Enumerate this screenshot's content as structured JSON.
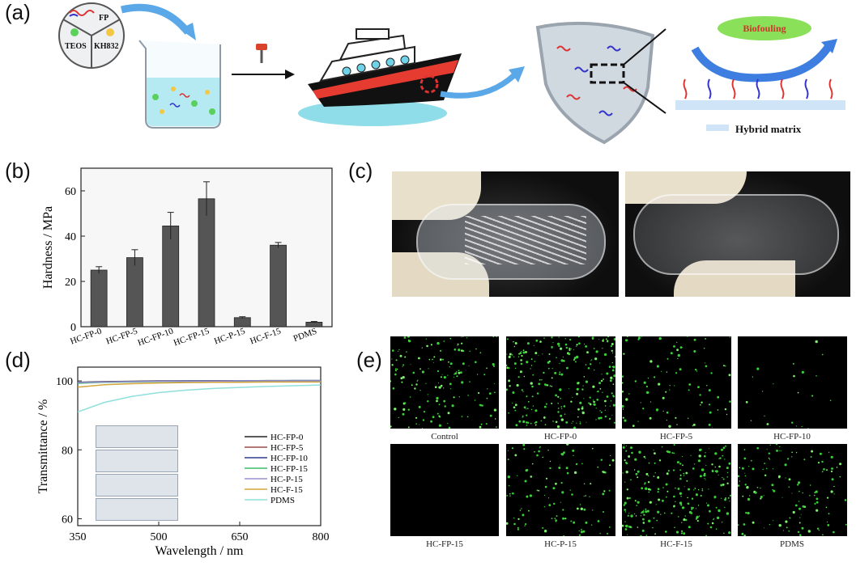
{
  "panel_a": {
    "label": "(a)",
    "circle_labels": [
      "FP",
      "TEOS",
      "KH832"
    ],
    "biofouling": "Biofouling",
    "legend": "Hybrid matrix"
  },
  "panel_b": {
    "label": "(b)",
    "ylabel": "Hardness / MPa",
    "yticks": [
      "0",
      "20",
      "40",
      "60"
    ]
  },
  "panel_c": {
    "label": "(c)"
  },
  "panel_d": {
    "label": "(d)",
    "ylabel": "Transmittance / %",
    "xlabel": "Wavelength / nm",
    "xticks": [
      "350",
      "500",
      "650",
      "800"
    ],
    "yticks": [
      "60",
      "80",
      "100"
    ]
  },
  "panel_e": {
    "label": "(e)",
    "captions": [
      "Control",
      "HC-FP-0",
      "HC-FP-5",
      "HC-FP-10",
      "HC-FP-15",
      "HC-P-15",
      "HC-F-15",
      "PDMS"
    ],
    "densities": [
      0.6,
      1.0,
      0.35,
      0.08,
      0.0,
      0.45,
      0.9,
      0.5
    ]
  },
  "chart_data": [
    {
      "type": "bar",
      "categories": [
        "HC-FP-0",
        "HC-FP-5",
        "HC-FP-10",
        "HC-FP-15",
        "HC-P-15",
        "HC-F-15",
        "PDMS"
      ],
      "values": [
        25,
        30.5,
        44.5,
        56.5,
        4,
        36,
        2
      ],
      "errors": [
        1.5,
        3.5,
        6,
        7.5,
        0.4,
        1.2,
        0.3
      ],
      "ylabel": "Hardness / MPa",
      "ylim": [
        0,
        70
      ],
      "color": "#555555"
    },
    {
      "type": "line",
      "xlabel": "Wavelength / nm",
      "ylabel": "Transmittance / %",
      "xlim": [
        350,
        800
      ],
      "ylim": [
        58,
        104
      ],
      "x": [
        350,
        400,
        450,
        500,
        550,
        600,
        650,
        700,
        750,
        800
      ],
      "legend_position": "right",
      "series": [
        {
          "name": "HC-FP-0",
          "color": "#222222",
          "values": [
            99.6,
            99.8,
            99.9,
            100.0,
            100.0,
            100.0,
            100.0,
            100.1,
            100.1,
            100.1
          ]
        },
        {
          "name": "HC-FP-5",
          "color": "#9e4a4a",
          "values": [
            99.4,
            99.7,
            99.8,
            99.9,
            99.9,
            100.0,
            100.0,
            100.0,
            100.0,
            100.0
          ]
        },
        {
          "name": "HC-FP-10",
          "color": "#2f3b8c",
          "values": [
            99.5,
            99.7,
            99.8,
            99.9,
            100.0,
            100.0,
            100.0,
            100.0,
            100.1,
            100.1
          ]
        },
        {
          "name": "HC-FP-15",
          "color": "#3dbb6a",
          "values": [
            99.3,
            99.6,
            99.7,
            99.8,
            99.9,
            99.9,
            99.9,
            100.0,
            100.0,
            100.0
          ]
        },
        {
          "name": "HC-P-15",
          "color": "#9a8fd0",
          "values": [
            99.5,
            99.7,
            99.8,
            99.9,
            99.9,
            99.9,
            100.0,
            100.0,
            100.0,
            100.0
          ]
        },
        {
          "name": "HC-F-15",
          "color": "#d4a53a",
          "values": [
            98.2,
            98.9,
            99.2,
            99.4,
            99.5,
            99.6,
            99.6,
            99.7,
            99.7,
            99.7
          ]
        },
        {
          "name": "PDMS",
          "color": "#8fe0dc",
          "values": [
            91.0,
            93.8,
            95.5,
            96.6,
            97.3,
            97.8,
            98.1,
            98.4,
            98.6,
            98.8
          ]
        }
      ]
    }
  ]
}
